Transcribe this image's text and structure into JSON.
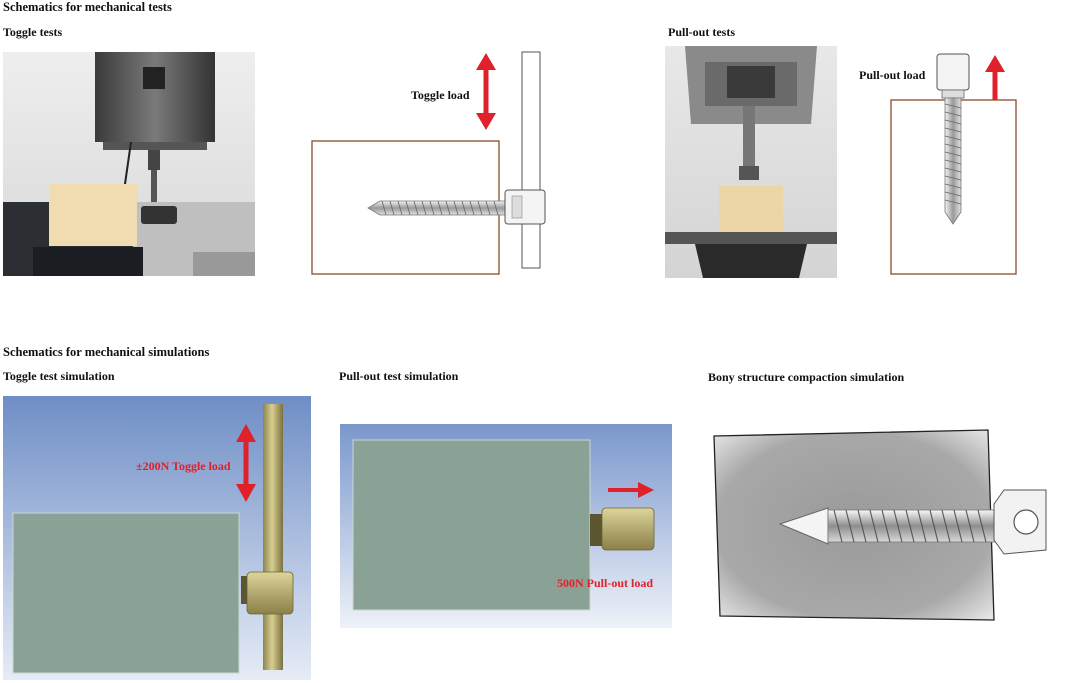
{
  "tests": {
    "section_title": "Schematics for mechanical tests",
    "toggle": {
      "title": "Toggle tests",
      "load_label": "Toggle load"
    },
    "pullout": {
      "title": "Pull-out tests",
      "load_label": "Pull-out load"
    }
  },
  "simulations": {
    "section_title": "Schematics for mechanical simulations",
    "toggle": {
      "title": "Toggle test simulation",
      "load_label": "±200N Toggle load"
    },
    "pullout": {
      "title": "Pull-out test simulation",
      "load_label": "500N Pull-out load"
    },
    "compaction": {
      "title": "Bony structure compaction simulation"
    }
  },
  "colors": {
    "arrow_red": "#e0202a",
    "block_outline": "#8b4a2a",
    "sim_block": "#8aa296",
    "sim_bg_top": "#6f8ec6",
    "sim_bg_bottom": "#e6ecf6",
    "fixture_gold": "#b9ad6a"
  }
}
